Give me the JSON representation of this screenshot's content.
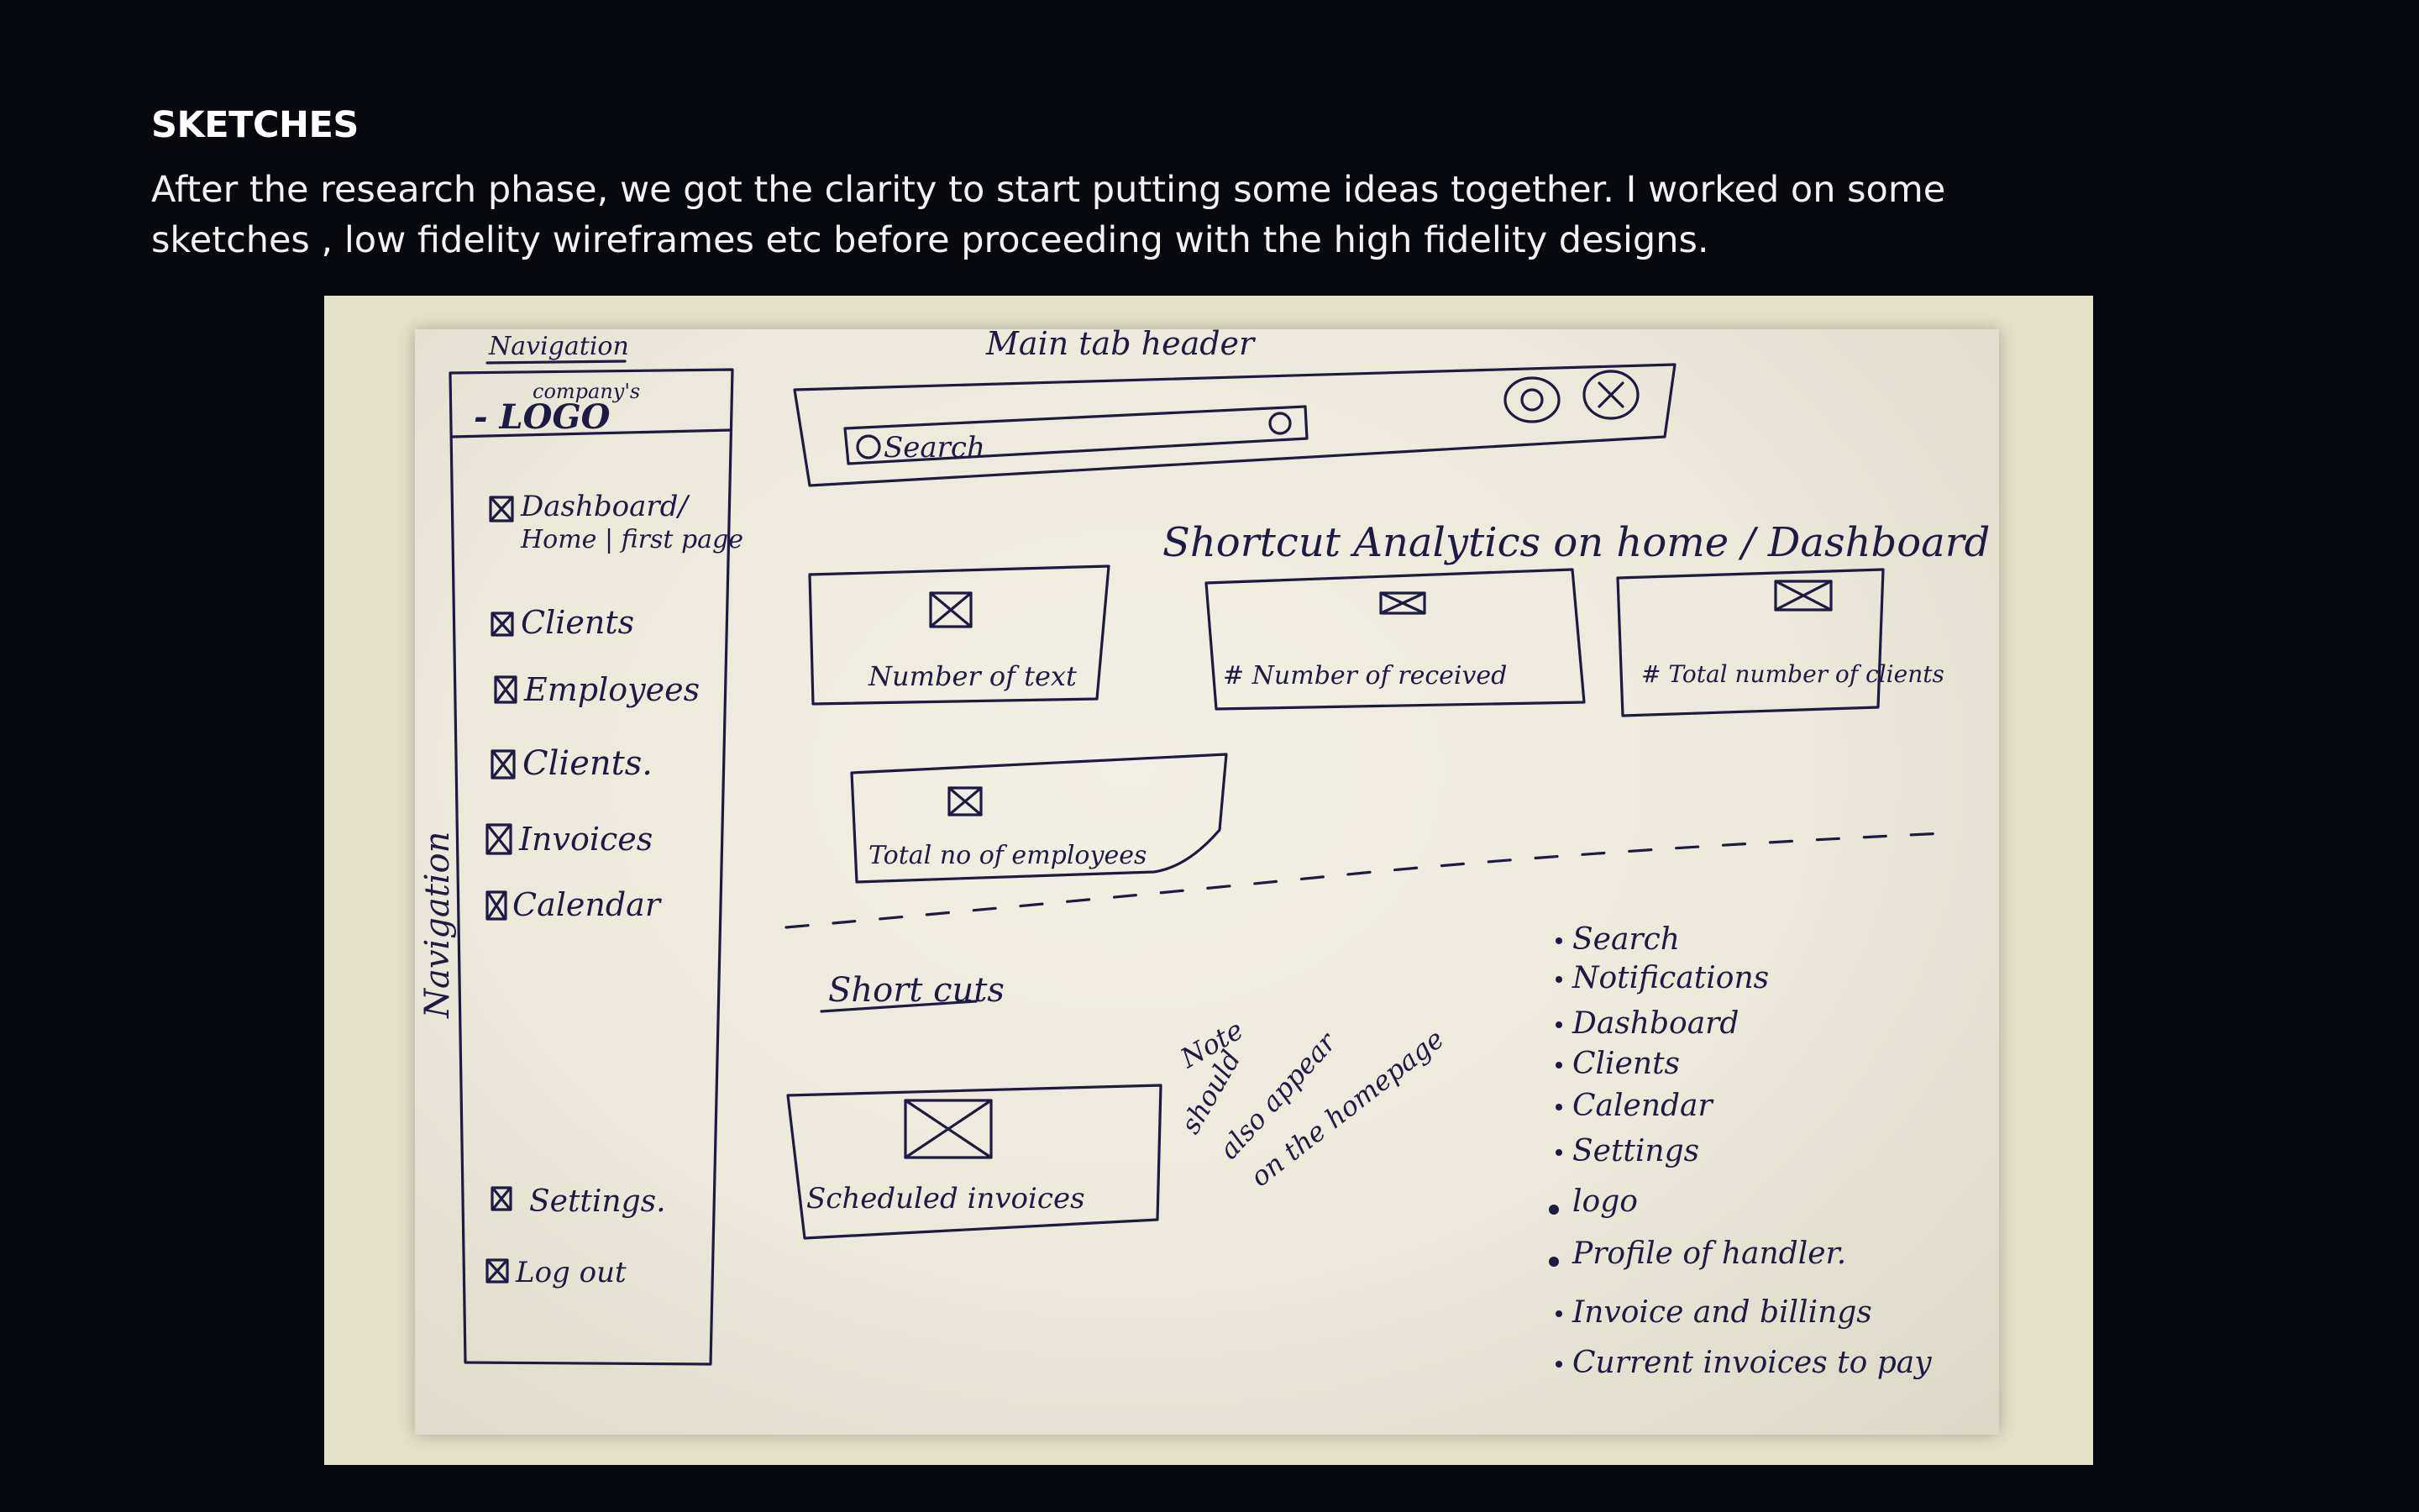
{
  "section": {
    "title": "SKETCHES",
    "description_line1": "After the research phase, we got the clarity to start putting some ideas together. I worked on some",
    "description_line2": "sketches , low fidelity wireframes etc  before proceeding with the high fidelity designs."
  },
  "sketch": {
    "nav_title": "Navigation",
    "nav_side_label": "Navigation",
    "logo_note": "company's",
    "logo": "- LOGO",
    "header_title": "Main tab header",
    "search_placeholder": "Search",
    "nav_items": [
      "Dashboard/",
      "Home | first page",
      "Clients",
      "Employees",
      "Clients.",
      "Invoices",
      "Calendar",
      "Settings.",
      "Log out"
    ],
    "analytics_title": "Shortcut Analytics on home / Dashboard",
    "cards": [
      "Number of text",
      "# Number of received",
      "# Total number of clients",
      "Total no of employees"
    ],
    "shortcuts_title": "Short cuts",
    "shortcut_card": "Scheduled invoices",
    "note": "Note",
    "note_text_1": "should",
    "note_text_2": "also appear",
    "note_text_3": "on the homepage",
    "checklist": [
      "Search",
      "Notifications",
      "Dashboard",
      "Clients",
      "Calendar",
      "Settings",
      "logo",
      "Profile of handler.",
      "Invoice and billings",
      "Current invoices to pay"
    ],
    "colors": {
      "ink": "#1d1a44",
      "paper": "#ece8da",
      "background": "#07090e"
    }
  }
}
